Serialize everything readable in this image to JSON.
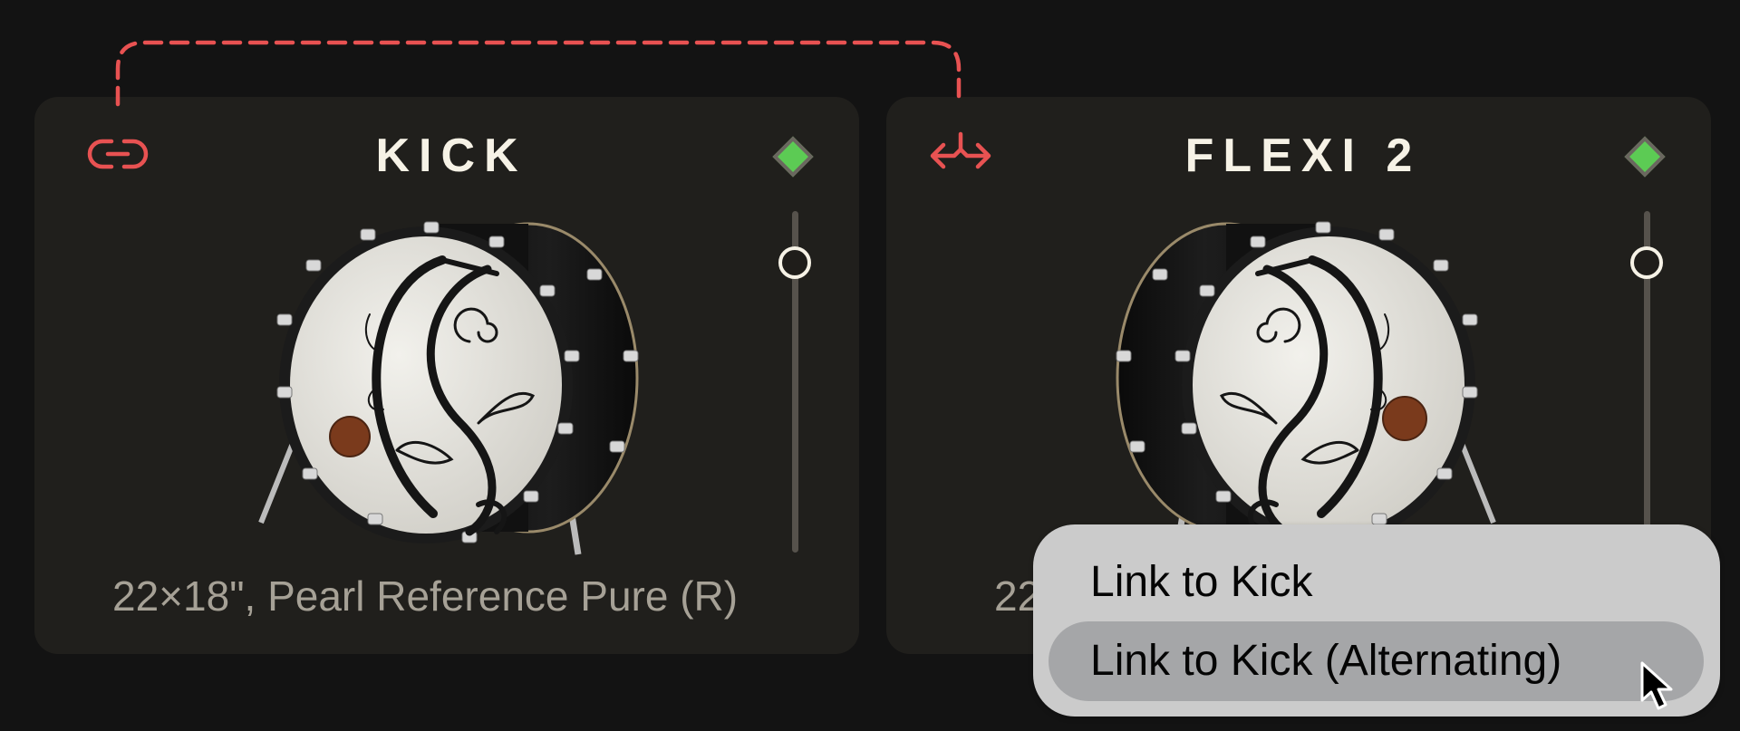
{
  "colors": {
    "page_bg": "#131313",
    "card_bg": "#201f1c",
    "link_accent": "#e85252",
    "status_green": "#5ccb54",
    "title_text": "#f6f2e6",
    "caption_text": "#a6a196",
    "menu_bg": "#cbcbcb",
    "menu_highlight": "#a5a6a8"
  },
  "link_connection": {
    "style": "dashed",
    "from": "kick",
    "to": "flexi-2"
  },
  "cards": [
    {
      "id": "kick",
      "title": "KICK",
      "link_icon": "link-icon",
      "status_icon": "green-diamond-icon",
      "slider_icon": "volume-slider",
      "caption": "22×18\", Pearl Reference Pure (R)",
      "image": "bass-drum-front-facing-left"
    },
    {
      "id": "flexi-2",
      "title": "FLEXI 2",
      "link_icon": "split-arrows-icon",
      "status_icon": "green-diamond-icon",
      "slider_icon": "volume-slider",
      "caption": "22",
      "image": "bass-drum-front-facing-right"
    }
  ],
  "context_menu": {
    "items": [
      {
        "label": "Link to Kick",
        "highlighted": false
      },
      {
        "label": "Link to Kick (Alternating)",
        "highlighted": true
      }
    ]
  },
  "cursor": {
    "icon": "arrow-pointer-icon"
  }
}
